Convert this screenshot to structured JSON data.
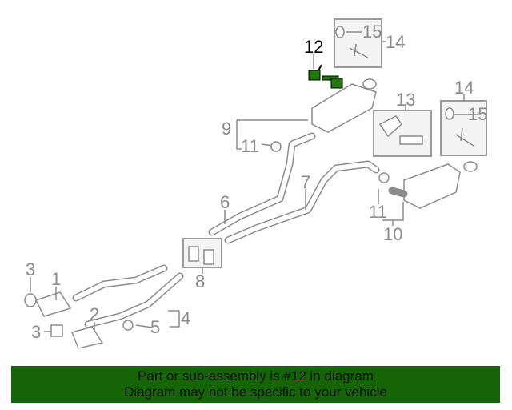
{
  "diagram": {
    "labels": {
      "l12": "12",
      "l15a": "15",
      "l14a": "14",
      "l9": "9",
      "l11a": "11",
      "l13": "13",
      "l14b": "14",
      "l15b": "15",
      "l7": "7",
      "l6": "6",
      "l11b": "11",
      "l10": "10",
      "l8": "8",
      "l3a": "3",
      "l1": "1",
      "l2": "2",
      "l3b": "3",
      "l4": "4",
      "l5": "5"
    },
    "highlight_color": "#1f7a0a"
  },
  "banner": {
    "line1": "Part or sub-assembly is #12 in diagram",
    "line2": "Diagram may not be specific to your vehicle",
    "color": "#156405"
  }
}
